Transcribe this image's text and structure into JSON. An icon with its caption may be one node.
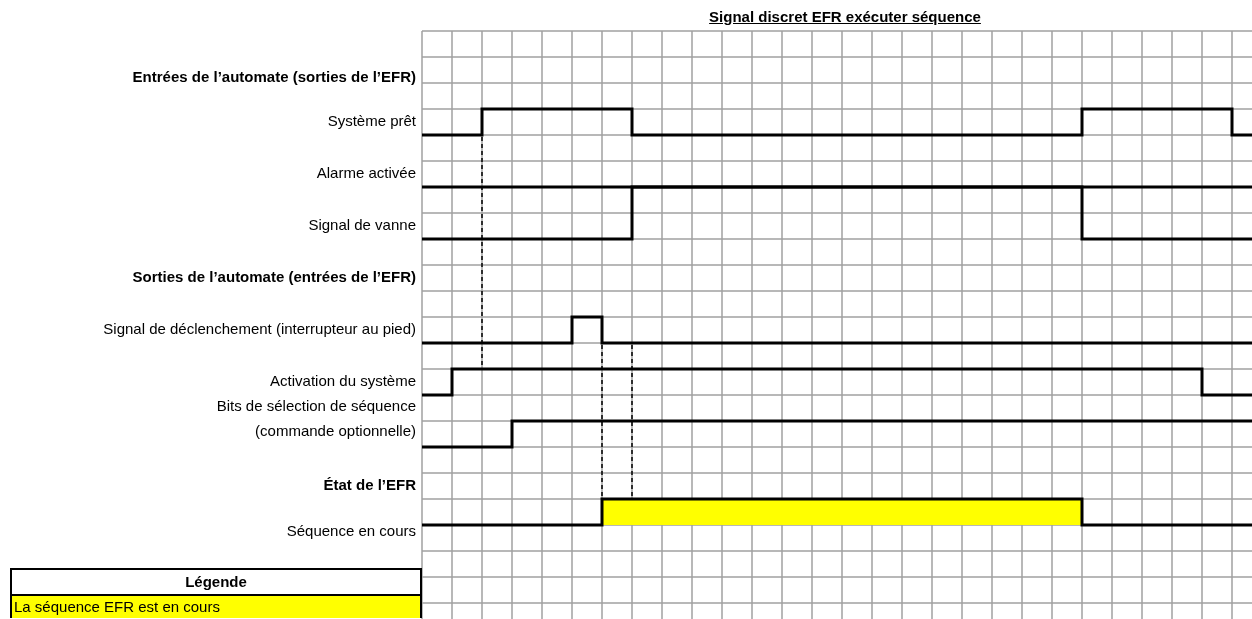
{
  "diagram": {
    "title": "Signal discret EFR exécuter séquence",
    "labels": [
      "Entrées de l’automate (sorties de l’EFR)",
      "Système prêt",
      "Alarme activée",
      "Signal de vanne",
      "Sorties de l’automate (entrées de l’EFR)",
      "Signal de déclenchement (interrupteur au pied)",
      "Activation du système",
      "Bits de sélection de séquence (commande optionnelle)",
      "État de l’EFR",
      "Séquence en cours",
      "Légende"
    ],
    "legend": [
      {
        "text": "La séquence EFR est en cours",
        "color": "#ffff00"
      }
    ]
  }
}
